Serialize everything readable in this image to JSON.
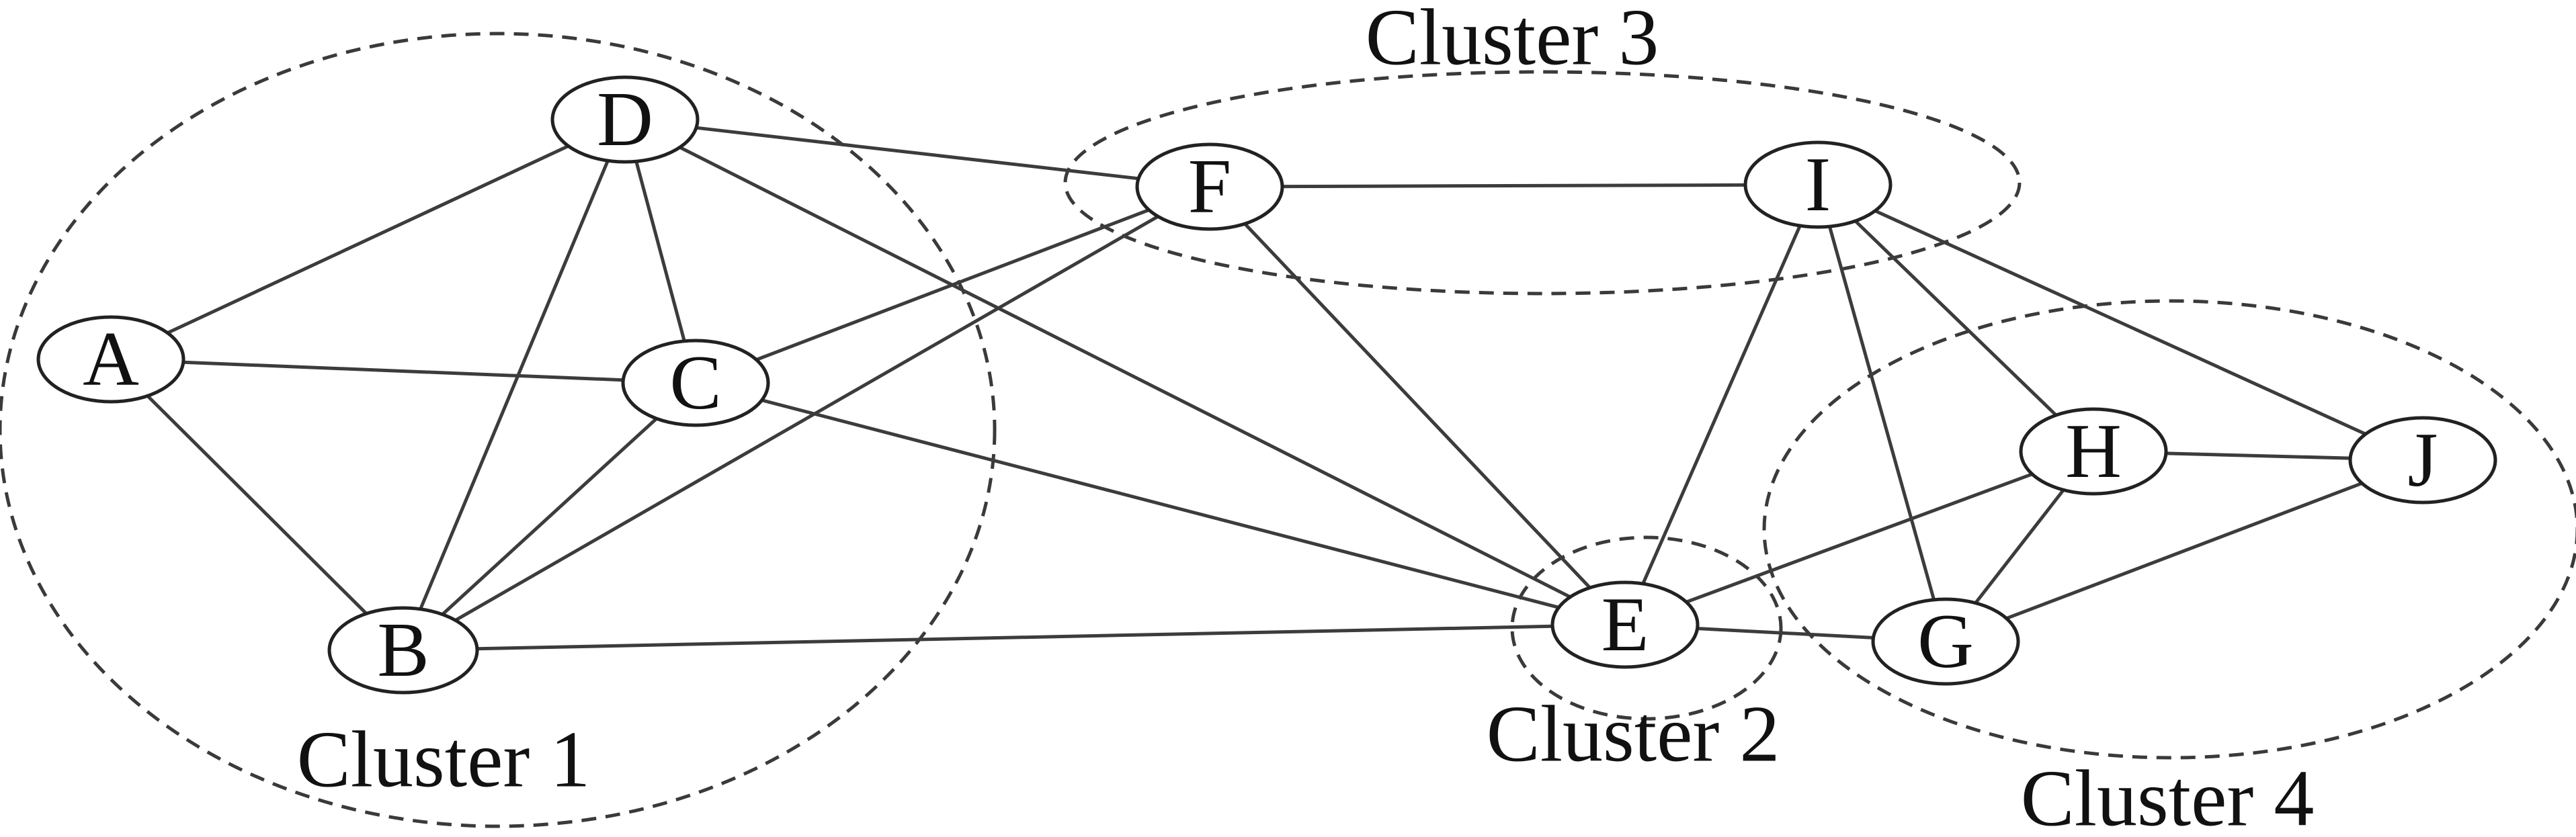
{
  "clusters": [
    {
      "id": "c1",
      "label": "Cluster 1",
      "members": [
        "A",
        "B",
        "C",
        "D"
      ]
    },
    {
      "id": "c2",
      "label": "Cluster 2",
      "members": [
        "E"
      ]
    },
    {
      "id": "c3",
      "label": "Cluster 3",
      "members": [
        "F",
        "I"
      ]
    },
    {
      "id": "c4",
      "label": "Cluster 4",
      "members": [
        "G",
        "H",
        "J"
      ]
    }
  ],
  "nodes": [
    {
      "id": "A",
      "label": "A"
    },
    {
      "id": "B",
      "label": "B"
    },
    {
      "id": "C",
      "label": "C"
    },
    {
      "id": "D",
      "label": "D"
    },
    {
      "id": "E",
      "label": "E"
    },
    {
      "id": "F",
      "label": "F"
    },
    {
      "id": "G",
      "label": "G"
    },
    {
      "id": "H",
      "label": "H"
    },
    {
      "id": "I",
      "label": "I"
    },
    {
      "id": "J",
      "label": "J"
    }
  ],
  "edges": [
    [
      "A",
      "D"
    ],
    [
      "A",
      "C"
    ],
    [
      "A",
      "B"
    ],
    [
      "D",
      "C"
    ],
    [
      "D",
      "B"
    ],
    [
      "D",
      "F"
    ],
    [
      "D",
      "E"
    ],
    [
      "C",
      "B"
    ],
    [
      "C",
      "F"
    ],
    [
      "C",
      "E"
    ],
    [
      "B",
      "F"
    ],
    [
      "B",
      "E"
    ],
    [
      "F",
      "I"
    ],
    [
      "F",
      "E"
    ],
    [
      "I",
      "E"
    ],
    [
      "I",
      "G"
    ],
    [
      "I",
      "H"
    ],
    [
      "I",
      "J"
    ],
    [
      "E",
      "H"
    ],
    [
      "E",
      "G"
    ],
    [
      "H",
      "G"
    ],
    [
      "H",
      "J"
    ],
    [
      "G",
      "J"
    ]
  ]
}
